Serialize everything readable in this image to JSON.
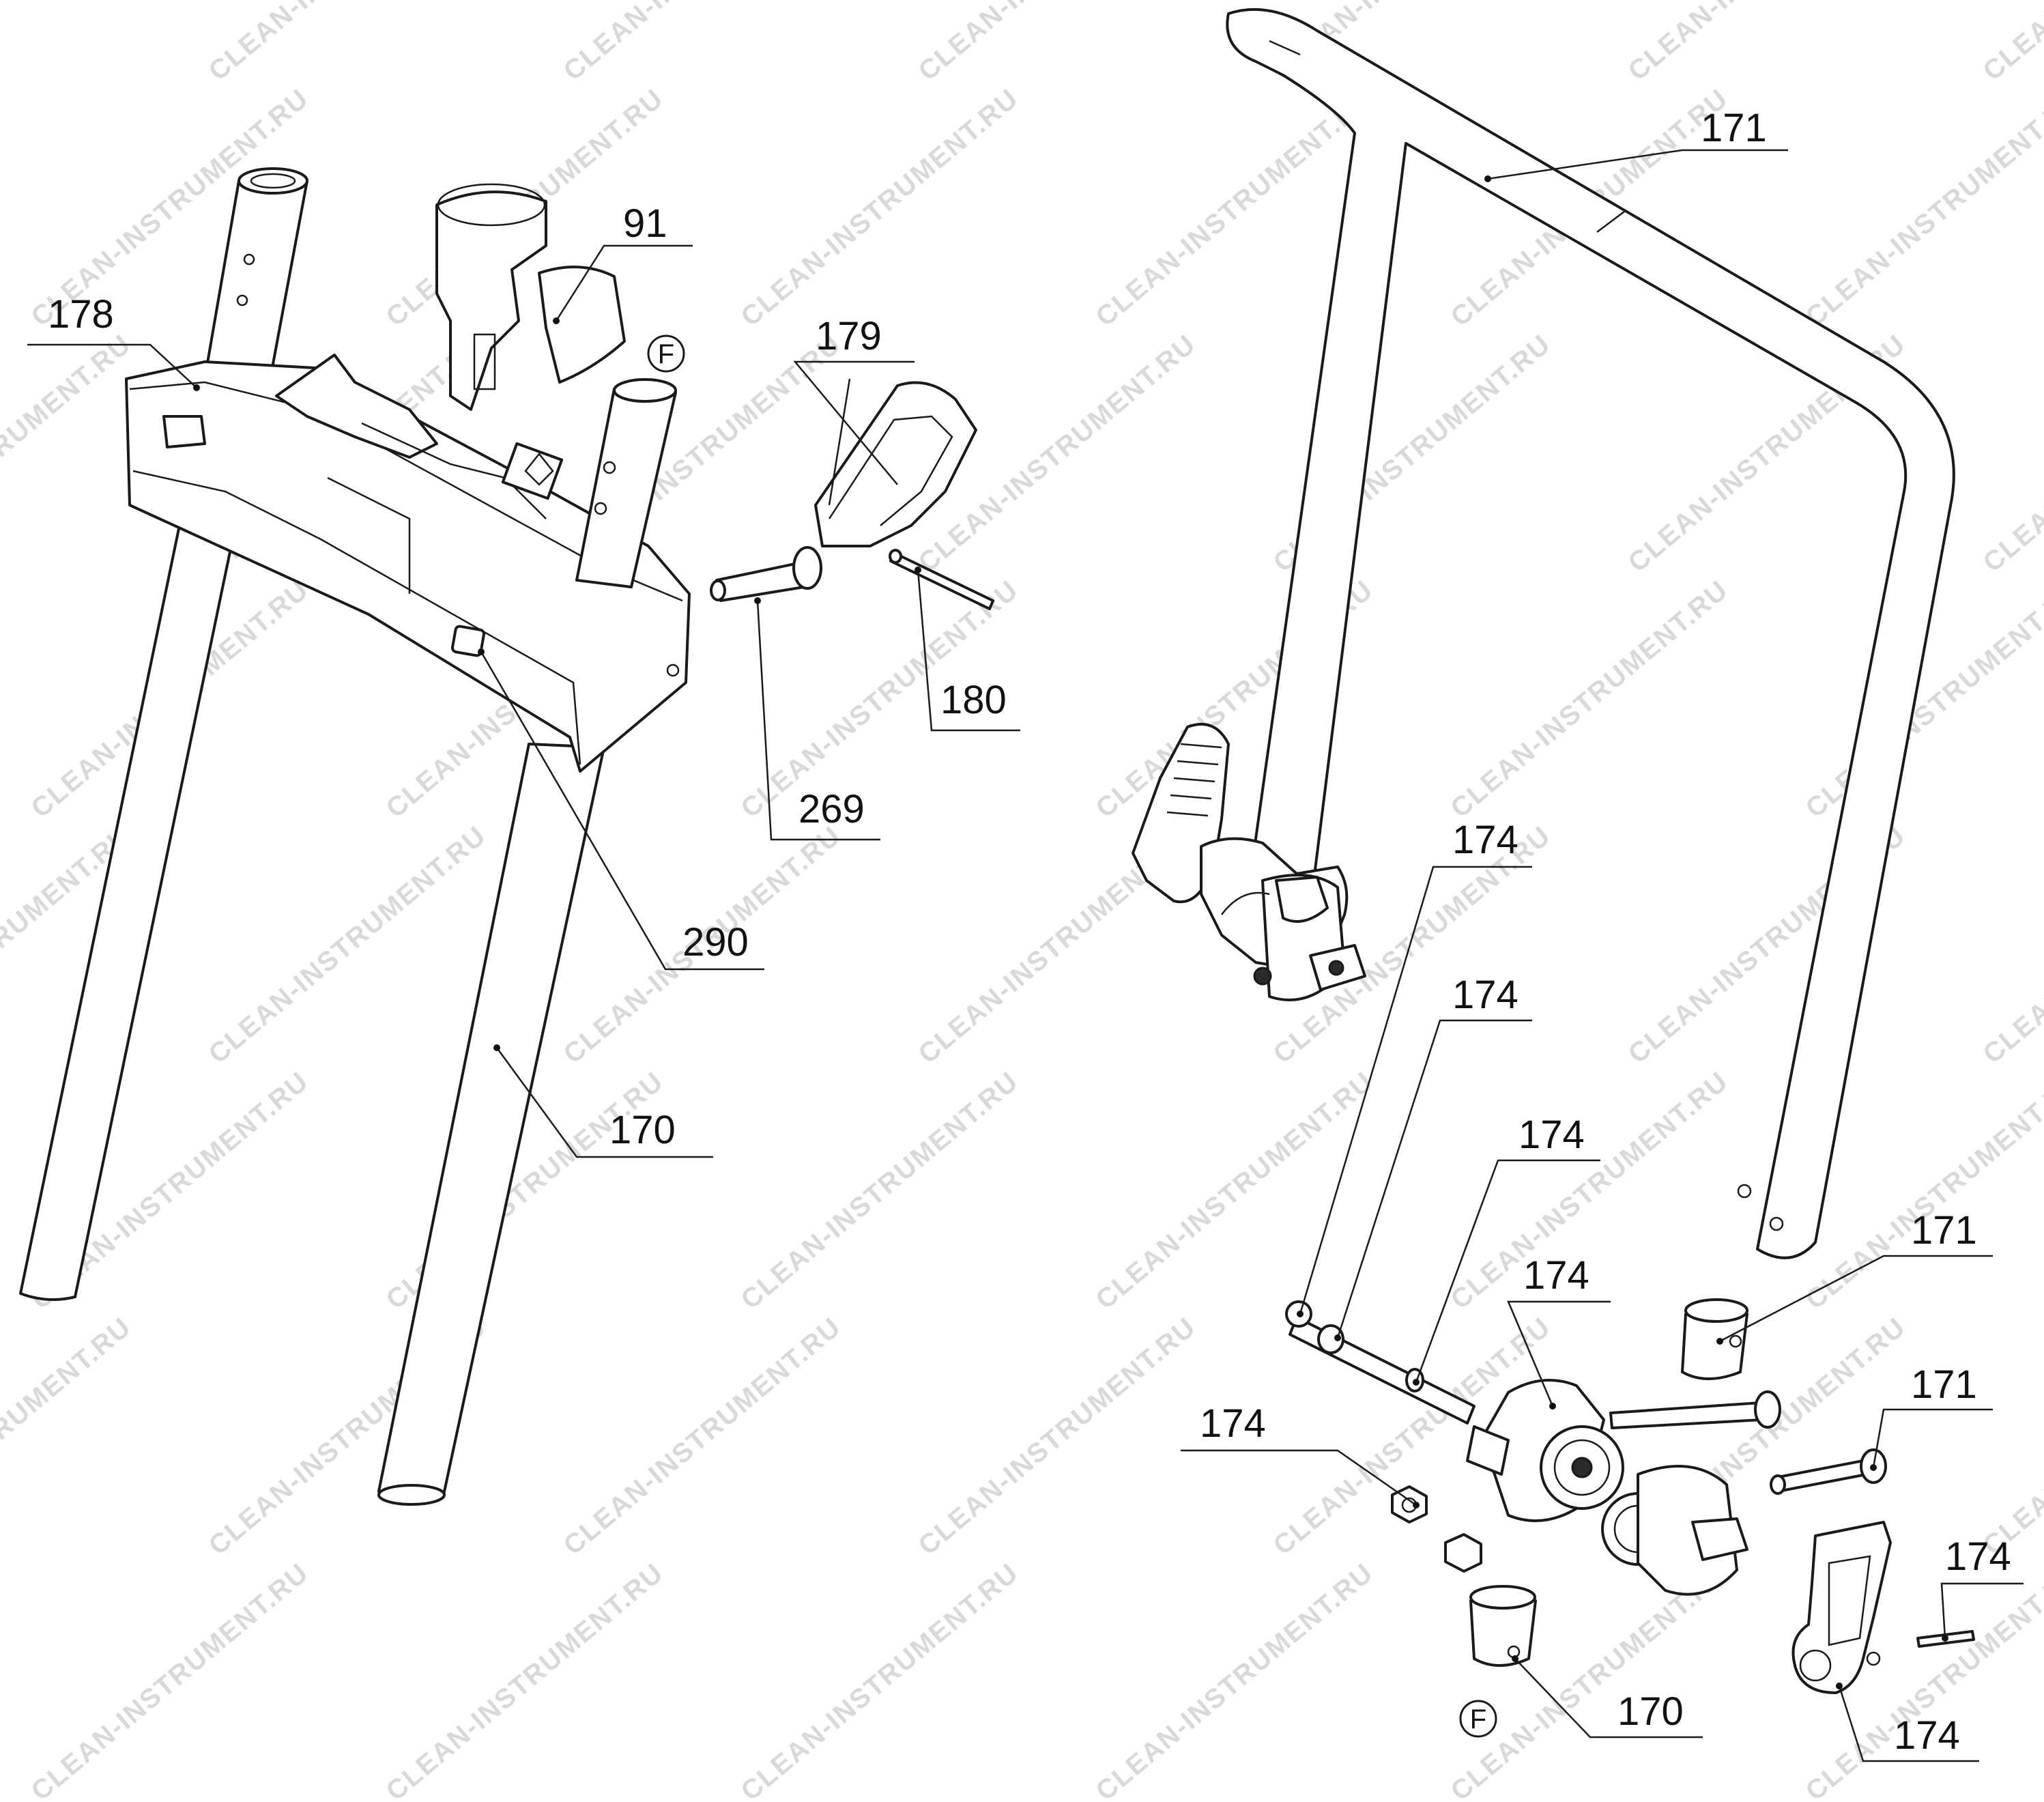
{
  "watermark": "CLEAN-INSTRUMENT.RU",
  "callouts": {
    "c171_top": "171",
    "c91": "91",
    "c178": "178",
    "c179": "179",
    "c180": "180",
    "c269": "269",
    "c290": "290",
    "c170_left": "170",
    "c174_a": "174",
    "c174_b": "174",
    "c174_c": "174",
    "c174_d": "174",
    "c174_e": "174",
    "c174_f": "174",
    "c174_g": "174",
    "c171_b": "171",
    "c171_c": "171",
    "c170_bottom": "170"
  },
  "markers": {
    "f_top": "F",
    "f_bottom": "F"
  }
}
